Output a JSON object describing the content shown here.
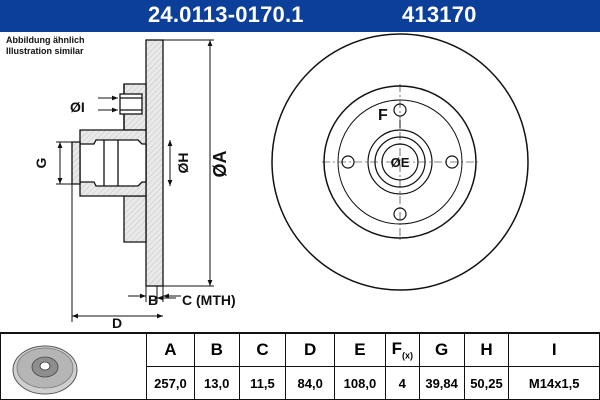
{
  "header": {
    "part_number": "24.0113-0170.1",
    "article_number": "413170"
  },
  "note": {
    "line1": "Abbildung ähnlich",
    "line2": "Illustration similar"
  },
  "drawing": {
    "labels": {
      "A": "ØA",
      "B": "B",
      "C": "C (MTH)",
      "D": "D",
      "E": "ØE",
      "F": "F",
      "G": "G",
      "H": "ØH",
      "I": "ØI"
    },
    "colors": {
      "section_fill": "#e9e9e9",
      "line": "#111111",
      "header_bg": "#0b3f9a"
    }
  },
  "spec_table": {
    "headers": [
      "A",
      "B",
      "C",
      "D",
      "E",
      "F",
      "G",
      "H",
      "I"
    ],
    "f_suffix": "(x)",
    "values": [
      "257,0",
      "13,0",
      "11,5",
      "84,0",
      "108,0",
      "4",
      "39,84",
      "50,25",
      "M14x1,5"
    ]
  }
}
